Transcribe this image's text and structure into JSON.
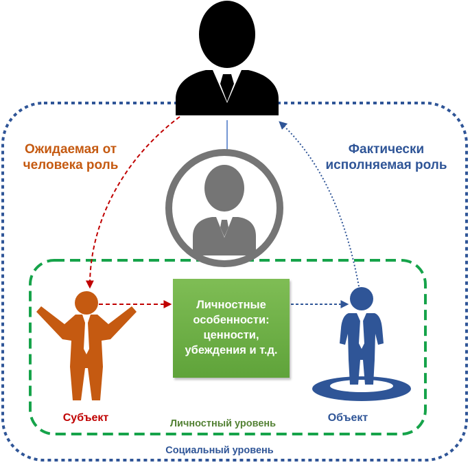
{
  "labels": {
    "expected_role": "Ожидаемая от человека роль",
    "actual_role": "Фактически исполняемая роль",
    "personal_traits": "Личностные особенности: ценности, убеждения и т.д.",
    "subject": "Субъект",
    "object": "Объект",
    "personal_level": "Личностный уровень",
    "social_level": "Социальный уровень"
  },
  "icons": {
    "top": "person-in-suit-icon",
    "center": "person-in-circle-icon",
    "subject": "person-arms-raised-icon",
    "object": "person-on-pedestal-icon"
  },
  "colors": {
    "expected": "#c55a11",
    "actual": "#2f5597",
    "subject_label": "#c00000",
    "expected_arrow": "#c00000",
    "personal_frame": "#16a34a",
    "personal_label": "#548235",
    "social_frame": "#2f5597",
    "traits_box": "#6aad45",
    "top_person": "#000000",
    "center_person": "#757575"
  }
}
